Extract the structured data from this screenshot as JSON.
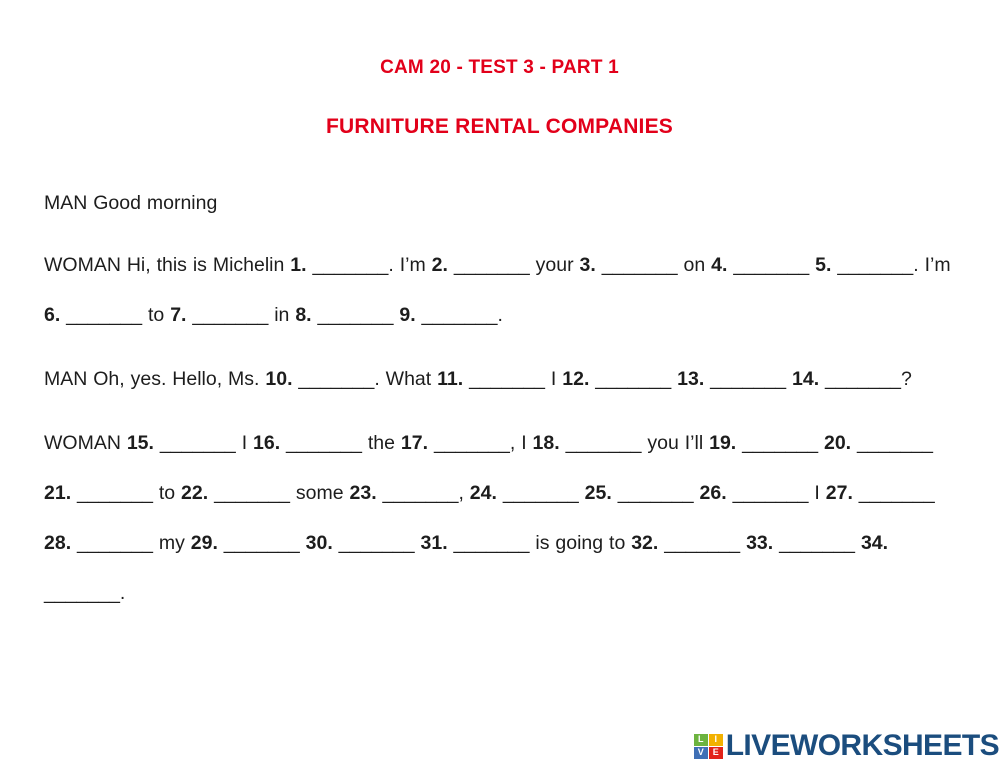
{
  "document": {
    "title_main": "CAM 20 - TEST 3 - PART 1",
    "title_sub": "FURNITURE RENTAL COMPANIES",
    "heading_color": "#e2001a",
    "text_color": "#1d1d1d",
    "background_color": "#ffffff"
  },
  "transcript": {
    "paragraphs": [
      {
        "speaker": "MAN",
        "text": "MAN Good morning"
      },
      {
        "speaker": "WOMAN",
        "text": "WOMAN Hi, this is Michelin 1. _______. I’m 2. _______ your 3. _______ on 4. _______ 5. _______. I’m 6. _______ to 7. _______ in 8. _______ 9. _______."
      },
      {
        "speaker": "MAN",
        "text": "MAN Oh, yes. Hello, Ms. 10. _______. What 11. _______ I 12. _______ 13. _______ 14. _______?"
      },
      {
        "speaker": "WOMAN",
        "text": "WOMAN 15. _______ I 16. _______ the 17. _______, I 18. _______ you I’ll 19. _______ 20. _______ 21. _______ to 22. _______ some 23. _______, 24. _______ 25. _______ 26. _______ I 27. _______ 28. _______ my 29. _______ 30. _______ 31. _______ is going to 32. _______ 33. _______ 34. _______."
      }
    ],
    "blank_count": 34
  },
  "footer": {
    "logo_mark_letters": [
      "L",
      "I",
      "V",
      "E"
    ],
    "logo_mark_colors": [
      "#6cb33f",
      "#f2b100",
      "#3f6fb5",
      "#e2231a"
    ],
    "logo_word": "LIVEWORKSHEETS",
    "logo_word_color": "#1b4d7e"
  }
}
